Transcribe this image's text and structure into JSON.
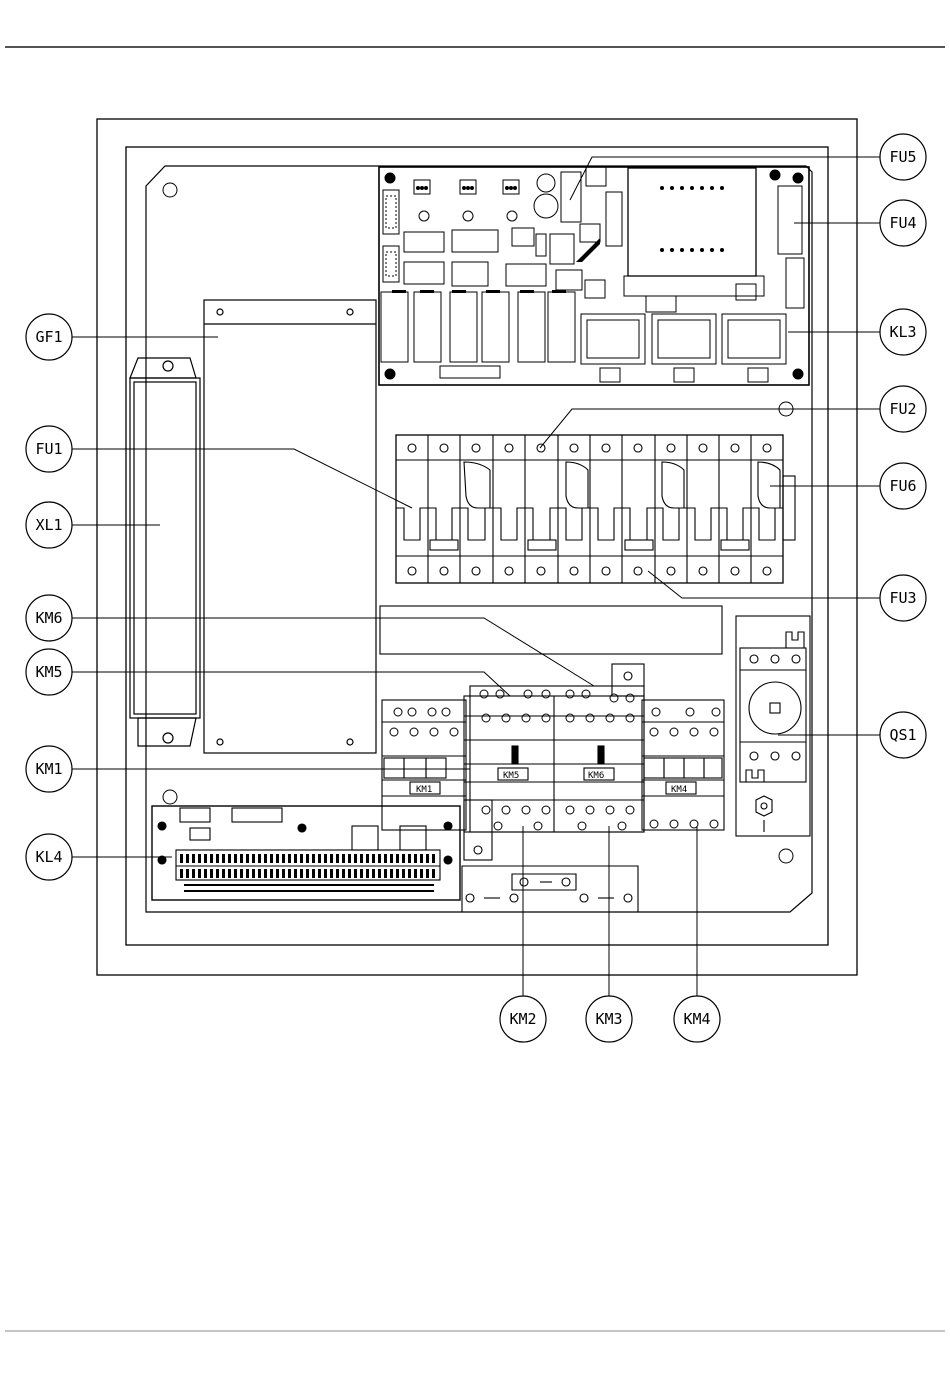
{
  "callouts": [
    {
      "id": "FU5",
      "label": "FU5"
    },
    {
      "id": "FU4",
      "label": "FU4"
    },
    {
      "id": "KL3",
      "label": "KL3"
    },
    {
      "id": "FU2",
      "label": "FU2"
    },
    {
      "id": "FU6",
      "label": "FU6"
    },
    {
      "id": "FU3",
      "label": "FU3"
    },
    {
      "id": "QS1",
      "label": "QS1"
    },
    {
      "id": "GF1",
      "label": "GF1"
    },
    {
      "id": "FU1",
      "label": "FU1"
    },
    {
      "id": "XL1",
      "label": "XL1"
    },
    {
      "id": "KM6",
      "label": "KM6"
    },
    {
      "id": "KM5",
      "label": "KM5"
    },
    {
      "id": "KM1",
      "label": "KM1"
    },
    {
      "id": "KL4",
      "label": "KL4"
    },
    {
      "id": "KM2",
      "label": "KM2"
    },
    {
      "id": "KM3",
      "label": "KM3"
    },
    {
      "id": "KM4",
      "label": "KM4"
    }
  ],
  "contactor_labels": {
    "km1": "KM1",
    "km5": "KM5",
    "km6": "KM6",
    "km4": "KM4"
  },
  "colors": {
    "line": "#000000",
    "background": "#ffffff",
    "page_rule": "#555555"
  }
}
